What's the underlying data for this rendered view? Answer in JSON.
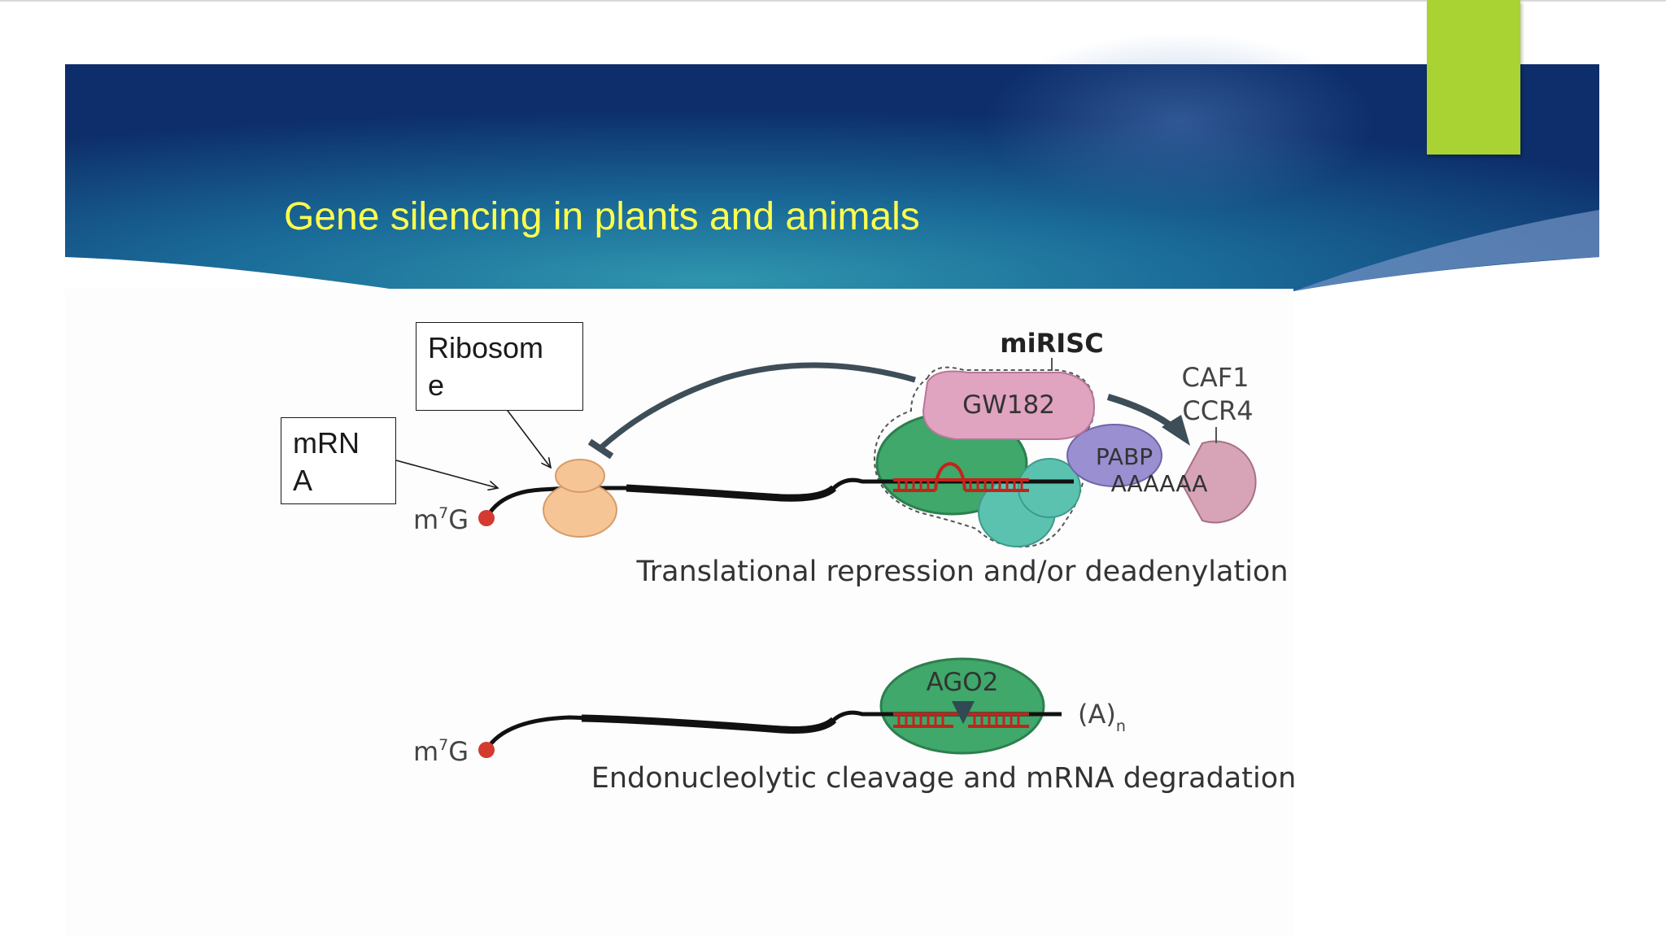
{
  "slide": {
    "title": "Gene silencing in plants and animals"
  },
  "callouts": {
    "ribosome": {
      "line1": "Ribosom",
      "line2": "e"
    },
    "mrna": {
      "line1": "mRN",
      "line2": "A"
    }
  },
  "panel_top": {
    "complex_label": "miRISC",
    "gw182_label": "GW182",
    "pabp_label": "PABP",
    "polya_label": "AAAAAA",
    "caf1_label": "CAF1",
    "ccr4_label": "CCR4",
    "cap_label_base": "m",
    "cap_label_sup": "7",
    "cap_label_end": "G",
    "caption": "Translational repression and/or deadenylation"
  },
  "panel_bottom": {
    "ago2_label": "AGO2",
    "tail_label_base": "(A)",
    "tail_label_sub": "n",
    "cap_label_base": "m",
    "cap_label_sup": "7",
    "cap_label_end": "G",
    "caption": "Endonucleolytic cleavage and mRNA degradation"
  },
  "colors": {
    "title_text": "#ffff4d",
    "banner_dark": "#0e2f6b",
    "banner_mid": "#2a8aa6",
    "accent_tab": "#a9d233",
    "ribosome": "#f5c596",
    "ago_green": "#3fa86a",
    "gw182_pink": "#e0a3c0",
    "pabp_purple": "#9a8fd0",
    "cap_red": "#d43a2f",
    "duplex_red": "#c4231b",
    "caf1_pink": "#d7a3b7",
    "teal": "#5cc2b0"
  }
}
